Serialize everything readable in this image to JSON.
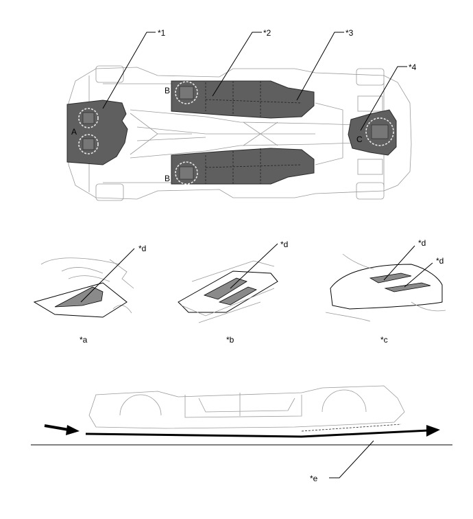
{
  "callouts": {
    "c1": "*1",
    "c2": "*2",
    "c3": "*3",
    "c4": "*4",
    "d_a": "*d",
    "d_b": "*d",
    "d_c1": "*d",
    "d_c2": "*d",
    "e": "*e"
  },
  "location_letters": {
    "a": "A",
    "b_top": "B",
    "b_bottom": "B",
    "c": "C"
  },
  "detail_labels": {
    "a": "*a",
    "b": "*b",
    "c": "*c"
  },
  "colors": {
    "cover_fill": "#5f5f5f",
    "outline": "#000000",
    "light_line": "#9a9a9a"
  }
}
